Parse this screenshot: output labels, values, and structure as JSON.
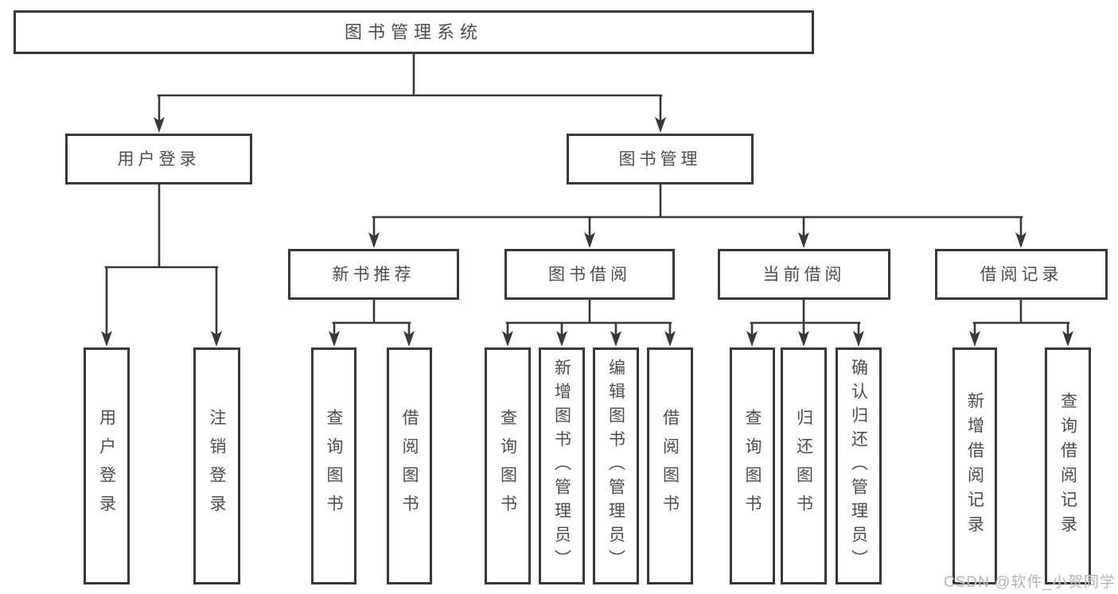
{
  "colors": {
    "line": "#383838",
    "box_border": "#383838",
    "box_fill": "#ffffff",
    "text": "#4d4d4d",
    "watermark": "#b5b5b5"
  },
  "watermark": {
    "text": "CSDN @软件_小贺同学"
  },
  "tree": {
    "root": {
      "label": "图书管理系统"
    },
    "branches": [
      {
        "label": "用户登录",
        "children": [
          {
            "label": "用户登录"
          },
          {
            "label": "注销登录"
          }
        ]
      },
      {
        "label": "图书管理",
        "children": [
          {
            "label": "新书推荐",
            "children": [
              {
                "label": "查询图书"
              },
              {
                "label": "借阅图书"
              }
            ]
          },
          {
            "label": "图书借阅",
            "children": [
              {
                "label": "查询图书"
              },
              {
                "label": "新增图书（管理员）"
              },
              {
                "label": "编辑图书（管理员）"
              },
              {
                "label": "借阅图书"
              }
            ]
          },
          {
            "label": "当前借阅",
            "children": [
              {
                "label": "查询图书"
              },
              {
                "label": "归还图书"
              },
              {
                "label": "确认归还（管理员）"
              }
            ]
          },
          {
            "label": "借阅记录",
            "children": [
              {
                "label": "新增借阅记录"
              },
              {
                "label": "查询借阅记录"
              }
            ]
          }
        ]
      }
    ]
  }
}
